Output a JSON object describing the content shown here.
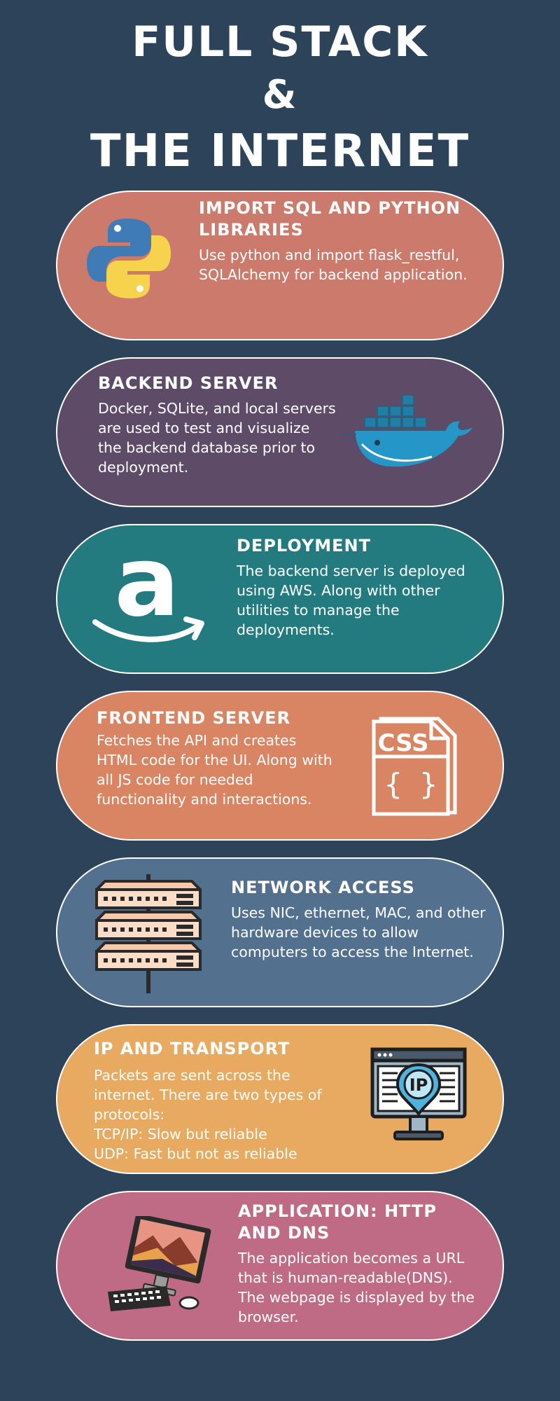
{
  "title": {
    "line1": "FULL STACK",
    "line2": "&",
    "line3": "THE INTERNET"
  },
  "colors": {
    "background": "#2d435a",
    "python_card": "#cb7a6b",
    "backend_card": "#5d4b68",
    "deployment_card": "#237b80",
    "frontend_card": "#d98462",
    "network_card": "#53718e",
    "ip_card": "#e8a961",
    "application_card": "#c06b86"
  },
  "cards": [
    {
      "heading": "IMPORT SQL AND PYTHON LIBRARIES",
      "body": "Use python and import flask_restful, SQLAlchemy for backend application.",
      "icon": "python-icon"
    },
    {
      "heading": "BACKEND SERVER",
      "body": "Docker, SQLite, and local servers are used to test and visualize the backend database prior to deployment.",
      "icon": "docker-icon"
    },
    {
      "heading": "DEPLOYMENT",
      "body": "The backend server is deployed using AWS. Along with other utilities to manage the deployments.",
      "icon": "amazon-icon"
    },
    {
      "heading": "FRONTEND SERVER",
      "body": "Fetches the API and creates HTML code for the UI. Along with all JS code for needed functionality and interactions.",
      "icon": "css-file-icon",
      "icon_label": "CSS"
    },
    {
      "heading": "NETWORK ACCESS",
      "body": "Uses NIC, ethernet, MAC, and other hardware devices to allow computers to access the Internet.",
      "icon": "server-rack-icon"
    },
    {
      "heading": "IP AND TRANSPORT",
      "body": "Packets are sent across the internet. There are two types of protocols:\nTCP/IP: Slow but reliable\nUDP: Fast but not as reliable",
      "icon": "ip-monitor-icon",
      "icon_label": "IP"
    },
    {
      "heading": "APPLICATION: HTTP AND DNS",
      "body": "The application becomes a URL that is human-readable(DNS). The webpage is displayed by the browser.",
      "icon": "desktop-computer-icon"
    }
  ]
}
